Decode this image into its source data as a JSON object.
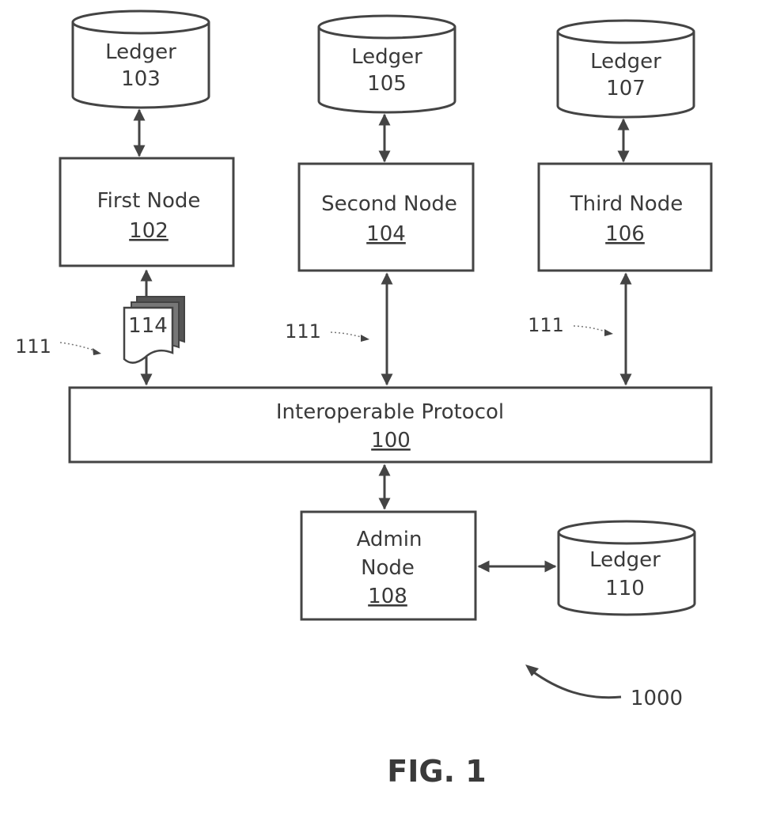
{
  "ledgers": [
    {
      "label": "Ledger",
      "ref": "103"
    },
    {
      "label": "Ledger",
      "ref": "105"
    },
    {
      "label": "Ledger",
      "ref": "107"
    },
    {
      "label": "Ledger",
      "ref": "110"
    }
  ],
  "nodes": [
    {
      "label": "First Node",
      "ref": "102"
    },
    {
      "label": "Second Node",
      "ref": "104"
    },
    {
      "label": "Third Node",
      "ref": "106"
    }
  ],
  "admin_node": {
    "line1": "Admin",
    "line2": "Node",
    "ref": "108"
  },
  "protocol": {
    "label": "Interoperable Protocol",
    "ref": "100"
  },
  "document": {
    "ref": "114"
  },
  "callouts": [
    "111",
    "111",
    "111"
  ],
  "system_ref": "1000",
  "figure_label": "FIG. 1"
}
